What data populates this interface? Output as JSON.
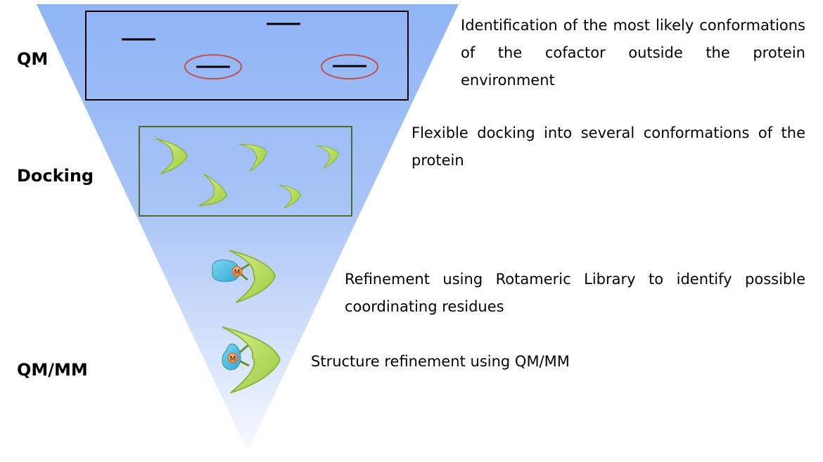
{
  "stages": [
    {
      "label": "QM"
    },
    {
      "label": "Docking"
    },
    {
      "label": "QM/MM"
    }
  ],
  "descriptions": [
    {
      "text": "Identification of the most likely conformations of the cofactor outside the protein environment"
    },
    {
      "text": "Flexible docking into several conformations of the protein"
    },
    {
      "text": "Refinement using Rotameric Library to identify possible coordinating residues"
    },
    {
      "text": "Structure refinement using QM/MM"
    }
  ],
  "metal_marker": "M",
  "colors": {
    "funnel_top": "#8fb4f6",
    "funnel_bottom": "#f7f9ff",
    "qm_box_border": "#000000",
    "docking_box_border": "#4e6b2e",
    "highlight_ellipse": "#c0504d",
    "ligand_fill": "#b5d85a",
    "ligand_stroke": "#8db33c",
    "protein_fill": "#4fc3e8",
    "metal_fill": "#f08a3c"
  }
}
